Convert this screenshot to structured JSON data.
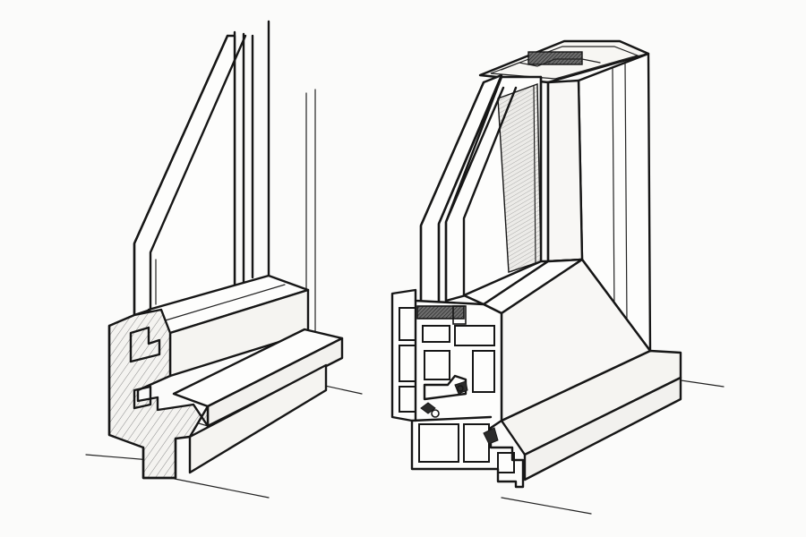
{
  "image": {
    "subjects": [
      {
        "id": "wooden-window-profile",
        "material": "wood"
      },
      {
        "id": "pvc-window-profile",
        "material": "pvc"
      }
    ]
  },
  "colors": {
    "ink": "#161616",
    "paper": "#fbfbfa",
    "wood-hatch": "#8a8a8a",
    "glass-shade": "#d9d9d7",
    "seal": "#2b2b2b"
  }
}
